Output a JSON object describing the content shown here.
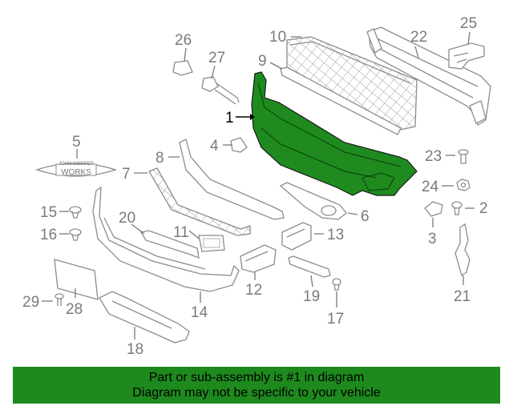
{
  "diagram": {
    "highlight_color": "#1f8b1f",
    "callouts": [
      {
        "id": "1",
        "label": "1",
        "highlighted": true
      },
      {
        "id": "2",
        "label": "2"
      },
      {
        "id": "3",
        "label": "3"
      },
      {
        "id": "4",
        "label": "4"
      },
      {
        "id": "5",
        "label": "5"
      },
      {
        "id": "6",
        "label": "6"
      },
      {
        "id": "7",
        "label": "7"
      },
      {
        "id": "8",
        "label": "8"
      },
      {
        "id": "9",
        "label": "9"
      },
      {
        "id": "10",
        "label": "10"
      },
      {
        "id": "11",
        "label": "11"
      },
      {
        "id": "12",
        "label": "12"
      },
      {
        "id": "13",
        "label": "13"
      },
      {
        "id": "14",
        "label": "14"
      },
      {
        "id": "15",
        "label": "15"
      },
      {
        "id": "16",
        "label": "16"
      },
      {
        "id": "17",
        "label": "17"
      },
      {
        "id": "18",
        "label": "18"
      },
      {
        "id": "19",
        "label": "19"
      },
      {
        "id": "20",
        "label": "20"
      },
      {
        "id": "21",
        "label": "21"
      },
      {
        "id": "22",
        "label": "22"
      },
      {
        "id": "23",
        "label": "23"
      },
      {
        "id": "24",
        "label": "24"
      },
      {
        "id": "25",
        "label": "25"
      },
      {
        "id": "26",
        "label": "26"
      },
      {
        "id": "27",
        "label": "27"
      },
      {
        "id": "28",
        "label": "28"
      },
      {
        "id": "29",
        "label": "29"
      }
    ],
    "badge": {
      "line1": "JOHN COOPER",
      "line2": "WORKS"
    }
  },
  "banner": {
    "color": "#1e8a1e",
    "line1": "Part or sub-assembly is #1 in diagram",
    "line2": "Diagram may not be specific to your vehicle"
  }
}
